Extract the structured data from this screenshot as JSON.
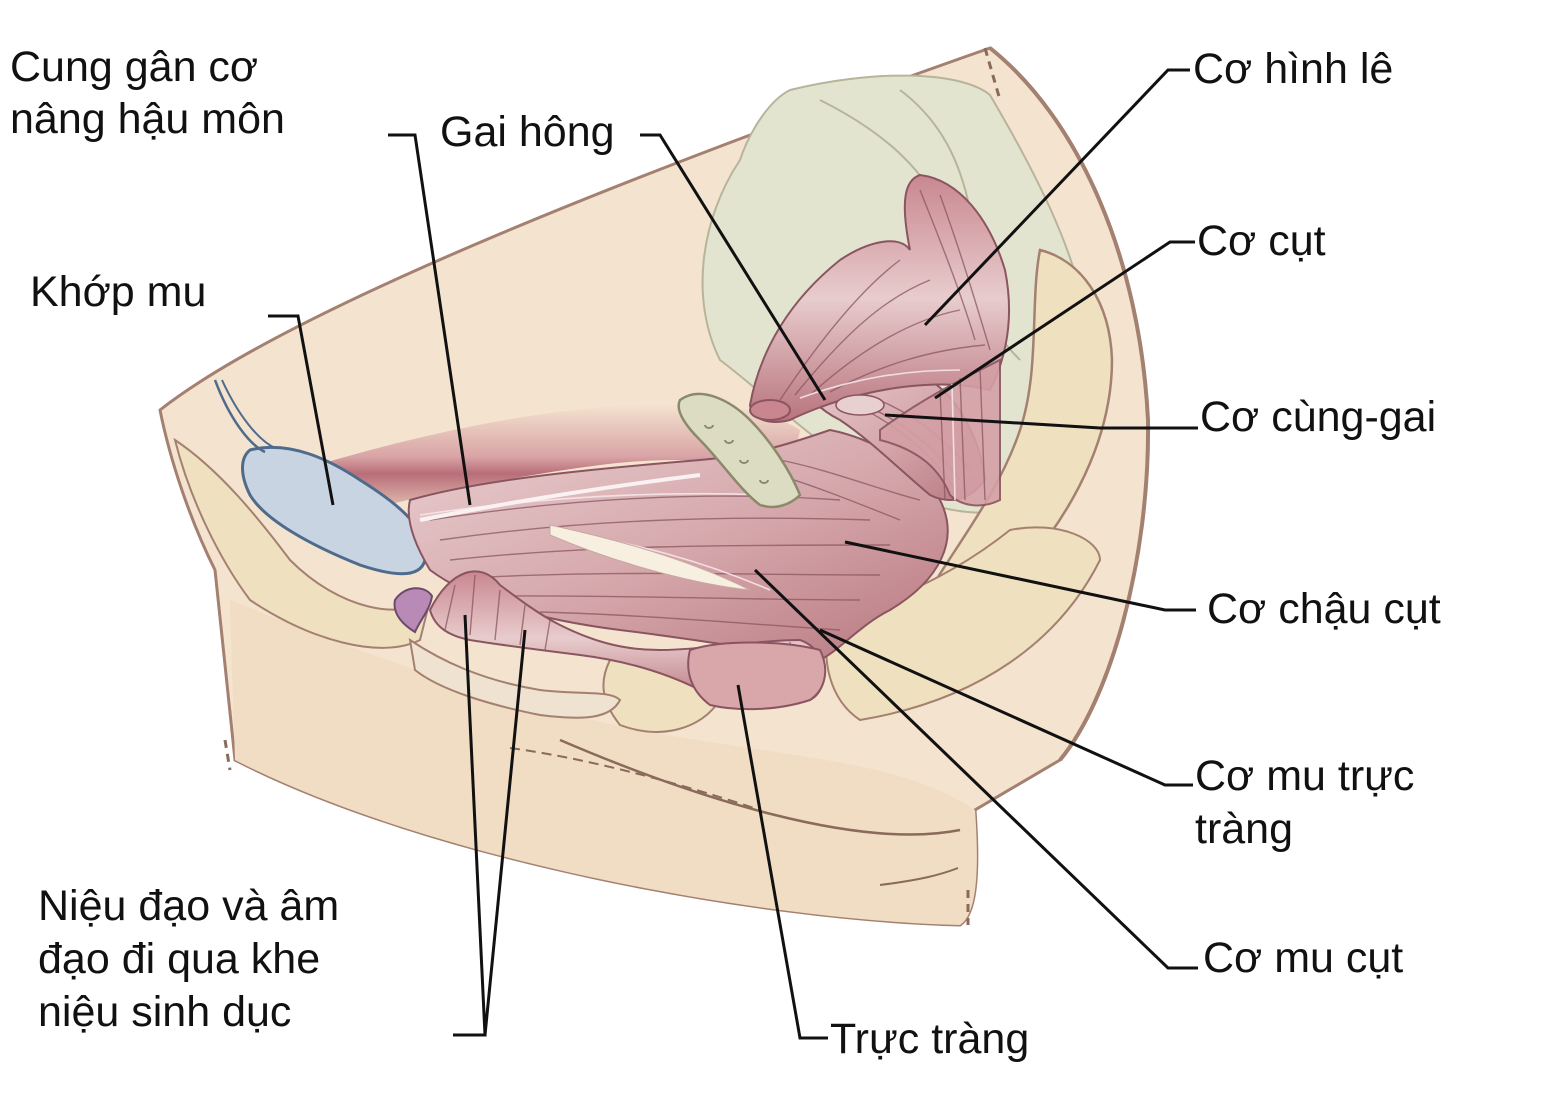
{
  "labels": {
    "tendinous_arch": [
      "Cung gân cơ",
      "nâng hậu môn"
    ],
    "ischial_spine": "Gai hông",
    "pubic_symphysis": "Khớp mu",
    "piriformis": "Cơ hình lê",
    "coccygeus": "Cơ cụt",
    "sacrospinous": "Cơ cùng-gai",
    "iliococcygeus": "Cơ chậu cụt",
    "puborectalis": [
      "Cơ mu trực",
      "tràng"
    ],
    "pubococcygeus": "Cơ mu cụt",
    "urethra_vagina": [
      "Niệu đạo và âm",
      "đạo đi qua khe",
      "niệu sinh dục"
    ],
    "rectum": "Trực tràng"
  },
  "colors": {
    "skin": "#f4e3cf",
    "skin_dark": "#ead0b6",
    "bone": "#efe1bf",
    "muscle": "#c98a92",
    "muscle_dark": "#9b5a63",
    "symphysis": "#c9d4e2",
    "pelvic_cavity": "#e1e2cc"
  }
}
